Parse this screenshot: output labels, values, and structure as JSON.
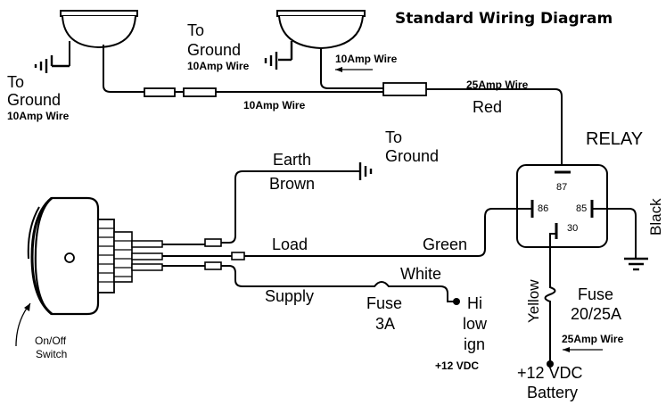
{
  "title": "Standard Wiring Diagram",
  "lamp_left": {
    "ground_to": "To",
    "ground_word": "Ground",
    "ground_wire": "10Amp Wire"
  },
  "lamp_right": {
    "ground_to": "To",
    "ground_word": "Ground",
    "ground_wire": "10Amp Wire",
    "feed_wire": "10Amp Wire"
  },
  "wires": {
    "lamp_link": "10Amp Wire",
    "relay_feed": "25Amp Wire",
    "relay_feed_color": "Red",
    "earth": "Earth",
    "earth_color": "Brown",
    "earth_to": "To",
    "earth_ground": "Ground",
    "load": "Load",
    "load_color": "Green",
    "supply": "Supply",
    "supply_color": "White",
    "battery_feed": "25Amp Wire",
    "relay_ground_color": "Black",
    "battery_color": "Yellow"
  },
  "relay": {
    "label": "RELAY",
    "pins": [
      "87",
      "86",
      "85",
      "30"
    ]
  },
  "fuses": {
    "switch_fuse_word": "Fuse",
    "switch_fuse_rating": "3A",
    "relay_fuse_word": "Fuse",
    "relay_fuse_rating": "20/25A"
  },
  "ignition": {
    "line1": "Hi",
    "line2": "low",
    "line3": "ign",
    "voltage": "+12 VDC"
  },
  "battery": {
    "voltage": "+12 VDC",
    "label": "Battery"
  },
  "switch": {
    "line1": "On/Off",
    "line2": "Switch"
  }
}
